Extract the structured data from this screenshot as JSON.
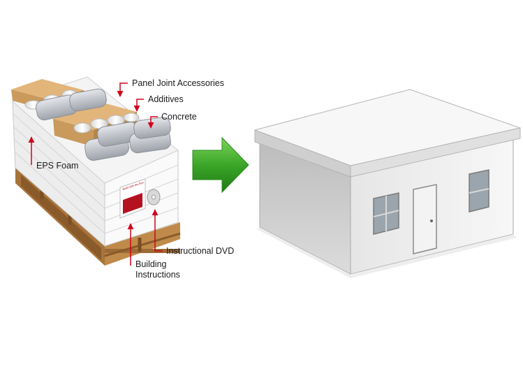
{
  "labels": {
    "panel_joint_accessories": "Panel Joint Accessories",
    "additives": "Additives",
    "concrete": "Concrete",
    "eps_foam": "EPS Foam",
    "instructional_dvd": "Instructional DVD",
    "building_instructions": [
      "Building",
      "Instructions"
    ]
  },
  "box_label_text": "Build with the Box",
  "colors": {
    "callout": "#d0021b",
    "arrow_green": "#3aa628",
    "pallet_wood": "#c08a4a",
    "cardboard": "#c99a5c",
    "foam": "#f2f2f2",
    "bag": "#b9bcc4"
  }
}
